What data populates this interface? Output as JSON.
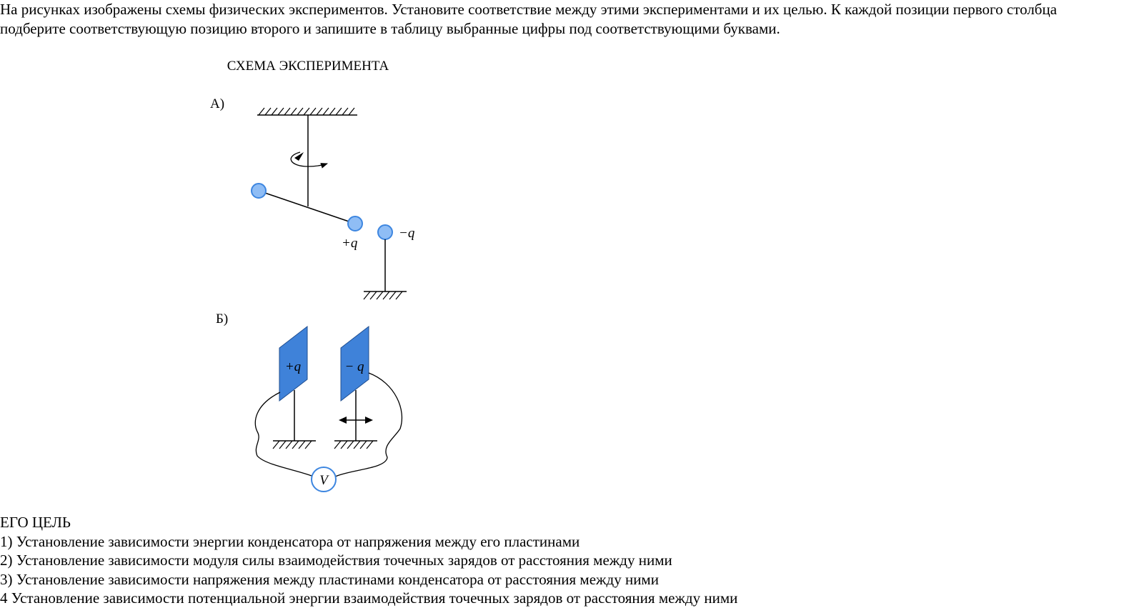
{
  "task": {
    "intro": "На рисунках изображены схемы физических экспериментов. Установите соответствие между этими экспериментами и их целью. К каждой позиции первого столбца подберите соответствующую позицию второго и запишите в таблицу выбранные цифры под соответствующими буквами."
  },
  "scheme": {
    "heading": "СХЕМА ЭКСПЕРИМЕНТА",
    "a": {
      "label": "А)",
      "charge_left": "+q",
      "charge_right": "−q"
    },
    "b": {
      "label": "Б)",
      "plate_left": "+q",
      "plate_right": "− q",
      "voltmeter": "V"
    }
  },
  "goals": {
    "heading": "ЕГО ЦЕЛЬ",
    "items": [
      "1) Установление зависимости энергии конденсатора от напряжения между его пластинами",
      "2) Установление зависимости модуля силы взаимодействия точечных зарядов от расстояния между ними",
      "3) Установление зависимости напряжения между пластинами конденсатора от расстояния между ними",
      "4 Установление зависимости потенциальной энергии взаимодействия точечных зарядов от расстояния между ними"
    ]
  },
  "colors": {
    "ball_fill": "#8fbdf5",
    "ball_stroke": "#3d86e0",
    "plate_fill": "#3f82d9",
    "plate_stroke": "#1f4d8f",
    "voltmeter_stroke": "#3d86e0"
  }
}
